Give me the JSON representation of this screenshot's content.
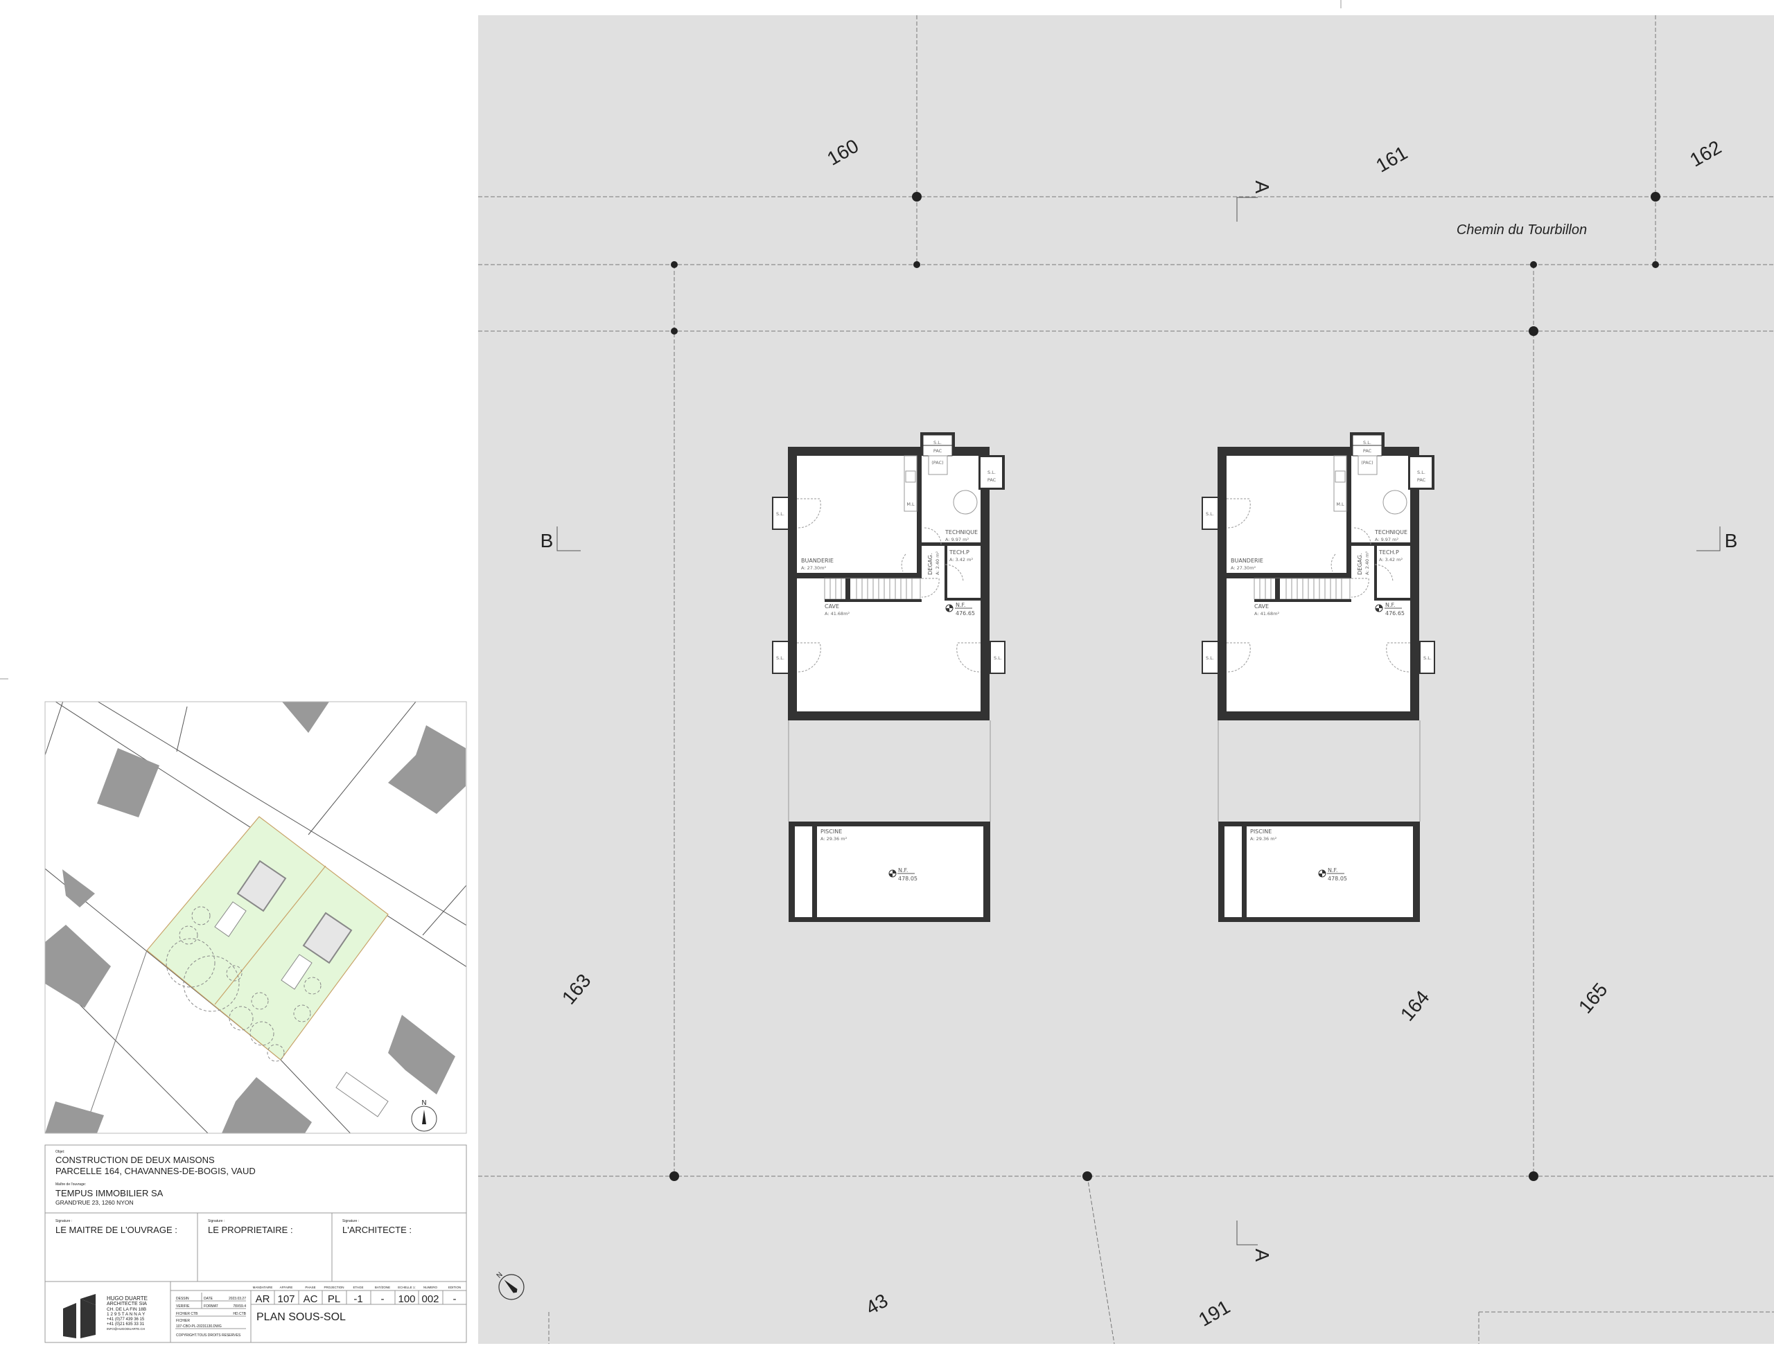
{
  "colors": {
    "plan_background": "#e0e0e0",
    "walls": "#333333",
    "site_parcel": "#e4f7d9",
    "neighbor_buildings": "#999999"
  },
  "plan": {
    "parcels": {
      "p160": "160",
      "p161": "161",
      "p162": "162",
      "p163": "163",
      "p164": "164",
      "p165": "165",
      "p43": "43",
      "p191": "191"
    },
    "street": "Chemin du Tourbillon",
    "section_a": "A",
    "section_b": "B",
    "north_icon": "north-arrow-icon"
  },
  "houses": [
    {
      "sl": "S.L.",
      "sl_pac_1": "S.L.",
      "pac_1": "PAC",
      "sl_pac_2": "S.L.",
      "pac_2": "PAC",
      "pac_unit": "(PAC)",
      "ml": "M.L",
      "buanderie": "BUANDERIE",
      "buanderie_area": "A: 27.30m²",
      "technique": "TECHNIQUE",
      "technique_area": "A: 9.97  m²",
      "tech_p": "TECH.P",
      "tech_p_area": "A: 3.42  m²",
      "degag": "DEGAG.",
      "degag_area": "A: 2.40  m²",
      "cave": "CAVE",
      "cave_area": "A: 41.68m²",
      "nf_label": "N.F.",
      "nf_value": "476.65",
      "piscine": "PISCINE",
      "piscine_area": "A: 29.36 m²",
      "pool_nf_label": "N.F.",
      "pool_nf_value": "478.05"
    },
    {
      "sl": "S.L.",
      "sl_pac_1": "S.L.",
      "pac_1": "PAC",
      "sl_pac_2": "S.L.",
      "pac_2": "PAC",
      "pac_unit": "(PAC)",
      "ml": "M.L",
      "buanderie": "BUANDERIE",
      "buanderie_area": "A: 27.30m²",
      "technique": "TECHNIQUE",
      "technique_area": "A: 9.97  m²",
      "tech_p": "TECH.P",
      "tech_p_area": "A: 3.42  m²",
      "degag": "DEGAG.",
      "degag_area": "A: 2.40  m²",
      "cave": "CAVE",
      "cave_area": "A: 41.68m²",
      "nf_label": "N.F.",
      "nf_value": "476.65",
      "piscine": "PISCINE",
      "piscine_area": "A: 29.36 m²",
      "pool_nf_label": "N.F.",
      "pool_nf_value": "478.05"
    }
  ],
  "site_plan": {
    "north": "N"
  },
  "title_block": {
    "object_label": "Objet:",
    "object_line1": "CONSTRUCTION DE DEUX MAISONS",
    "object_line2": "PARCELLE 164, CHAVANNES-DE-BOGIS, VAUD",
    "owner_label": "Maître de l'ouvrage:",
    "owner_name": "TEMPUS IMMOBILIER SA",
    "owner_address": "GRAND'RUE 23, 1260 NYON",
    "signatures": [
      {
        "small": "Signature :",
        "title": "LE MAITRE DE L'OUVRAGE :"
      },
      {
        "small": "Signature :",
        "title": "LE PROPRIETAIRE :"
      },
      {
        "small": "Signature :",
        "title": "L'ARCHITECTE :"
      }
    ],
    "architect": {
      "name": "HUGO DUARTE",
      "title": "ARCHITECTE SIA",
      "street": "CH. DE LA FIN 18B",
      "city": "1 2 9 5  T A N N A Y",
      "phone1": "+41 (0)77 439 36 15",
      "phone2": "+41 (0)21 635 33 31",
      "email": "INFO@HUGODUARTE.CH"
    },
    "info": {
      "dessin": "DESSIN",
      "date_label": "DATE",
      "date": "2023.03.27",
      "verifie": "VERIFIE",
      "format_label": "FORMAT",
      "format": "78X59.4",
      "ctb_label": "FICHIER CTB",
      "ctb": "HD.CTB",
      "file_label": "FICHIER",
      "file": "107-CBO-PL-20231130.DWG",
      "copyright": "COPYRIGHT.TOUS DROITS RESERVES"
    },
    "codes": [
      {
        "header": "MANDATAIRE",
        "value": "AR"
      },
      {
        "header": "AFFAIRE",
        "value": "107"
      },
      {
        "header": "PHASE",
        "value": "AC"
      },
      {
        "header": "PROJECTION",
        "value": "PL"
      },
      {
        "header": "ETAGE",
        "value": "-1"
      },
      {
        "header": "BAT/ZONE",
        "value": "-"
      },
      {
        "header": "ECHELLE 1:",
        "value": "100"
      },
      {
        "header": "NUMERO",
        "value": "002"
      },
      {
        "header": "EDITION",
        "value": "-"
      }
    ],
    "drawing_title": "PLAN SOUS-SOL"
  }
}
